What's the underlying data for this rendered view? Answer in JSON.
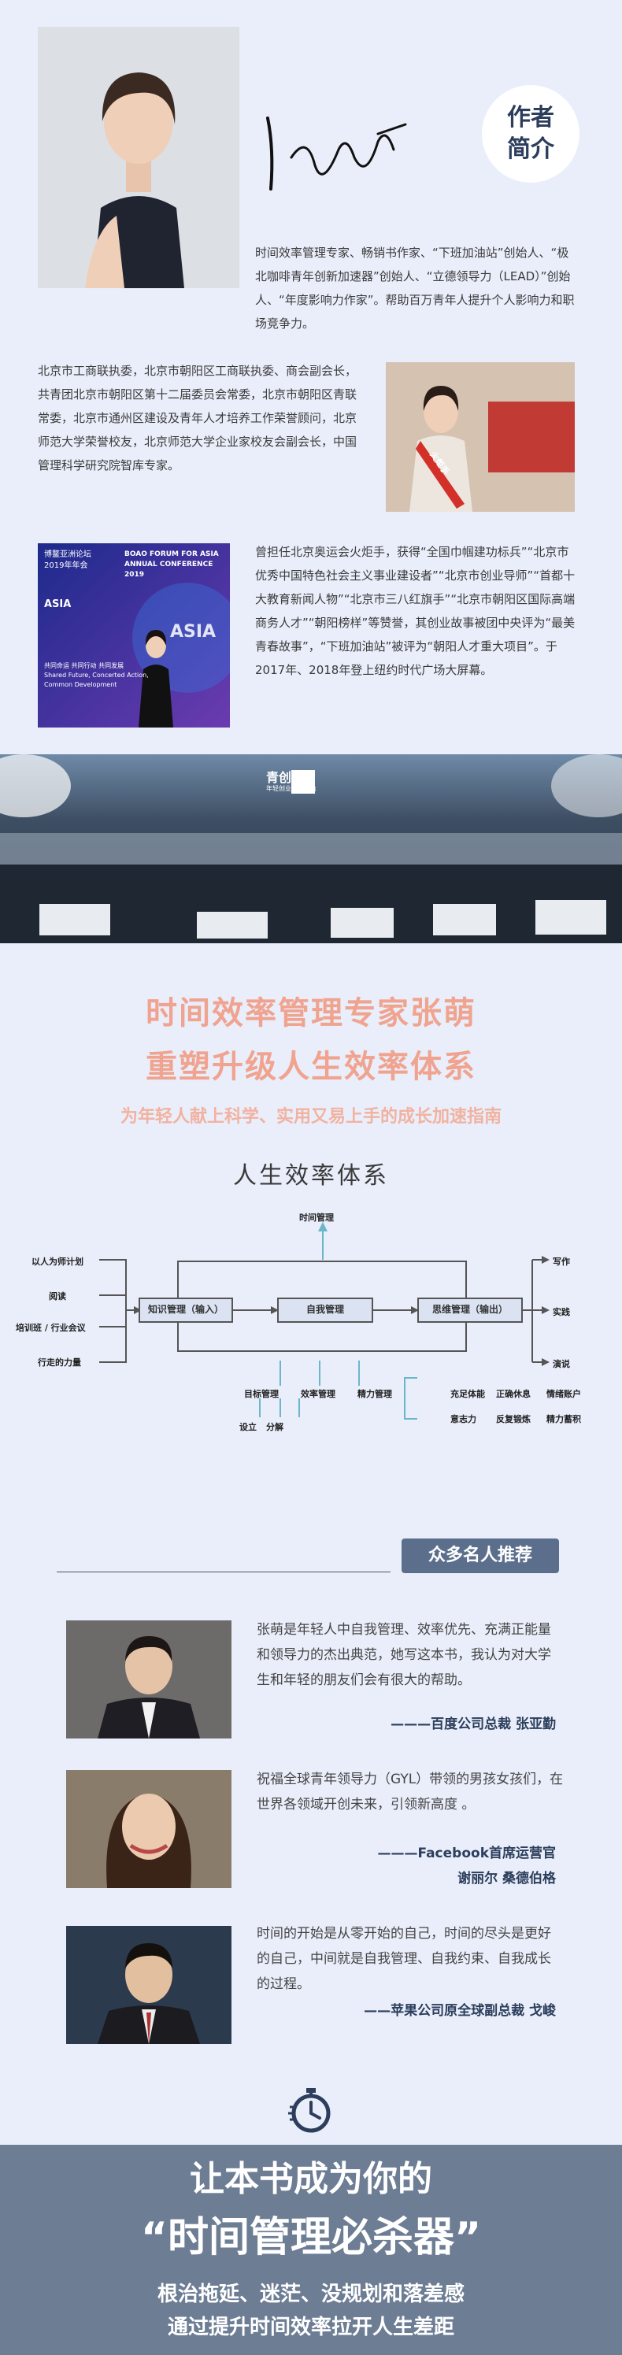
{
  "author": {
    "badge_line1": "作者",
    "badge_line2": "简介",
    "intro_p1": "时间效率管理专家、畅销书作家、“下班加油站”创始人、“极北咖啡青年创新加速器”创始人、“立德领导力（LEAD）”创始人、“年度影响力作家”。帮助百万青年人提升个人影响力和职场竞争力。",
    "intro_p2": "北京市工商联执委，北京市朝阳区工商联执委、商会副会长，共青团北京市朝阳区第十二届委员会常委，北京市朝阳区青联常委，北京市通州区建设及青年人才培养工作荣誉顾问，北京师范大学荣誉校友，北京师范大学企业家校友会副会长，中国管理科学研究院智库专家。",
    "intro_p3": "曾担任北京奥运会火炬手，获得“全国巾帼建功标兵”“北京市优秀中国特色社会主义事业建设者”“北京市创业导师”“首都十大教育新闻人物”“北京市三八红旗手”“北京市朝阳区国际高端商务人才”“朝阳榜样”等赞誉，其创业故事被团中央评为“最美青春故事”，“下班加油站”被评为“朝阳人才重大项目”。于2017年、2018年登上纽约时代广场大屏幕。",
    "sash_text": "火炬手",
    "forum": {
      "cn_line1": "博鳌亚洲论坛",
      "cn_line2": "2019年年会",
      "en_line1": "BOAO FORUM FOR ASIA",
      "en_line2": "ANNUAL CONFERENCE",
      "year": "2019",
      "asia": "ASIA",
      "slogan1": "Shared Future, Concerted Action,",
      "slogan2": "Common Development",
      "cn_slogan": "共同命运 共同行动 共同发展"
    },
    "crowd_logo": "青创营",
    "crowd_logo_sub": "年轻创业生态平台"
  },
  "headline": {
    "line1": "时间效率管理专家张萌",
    "line2": "重塑升级人生效率体系",
    "subtitle": "为年轻人献上科学、实用又易上手的成长加速指南"
  },
  "diagram": {
    "title": "人生效率体系",
    "top": "时间管理",
    "inputs": [
      "以人为师计划",
      "阅读",
      "培训班 / 行业会议",
      "行走的力量"
    ],
    "box_left": "知识管理（输入）",
    "box_mid": "自我管理",
    "box_right": "思维管理（输出）",
    "outputs": [
      "写作",
      "实践",
      "演说"
    ],
    "sub_labels": [
      "目标管理",
      "效率管理",
      "精力管理"
    ],
    "goal_subs": [
      "设立",
      "分解"
    ],
    "energy_items_row1": [
      "充足体能",
      "正确休息",
      "情绪账户"
    ],
    "energy_items_row2": [
      "意志力",
      "反复锻炼",
      "精力蓄积"
    ]
  },
  "recommend": {
    "title": "众多名人推荐",
    "items": [
      {
        "text": "张萌是年轻人中自我管理、效率优先、充满正能量和领导力的杰出典范，她写这本书，我认为对大学生和年轻的朋友们会有很大的帮助。",
        "sig1": "———百度公司总裁  张亚勤",
        "sig2": ""
      },
      {
        "text": "祝福全球青年领导力（GYL）带领的男孩女孩们，在世界各领域开创未来，引领新高度 。",
        "sig1": "———Facebook首席运营官",
        "sig2": "谢丽尔  桑德伯格"
      },
      {
        "text": "时间的开始是从零开始的自己，时间的尽头是更好的自己，中间就是自我管理、自我约束、自我成长的过程。",
        "sig1": "——苹果公司原全球副总裁  戈峻",
        "sig2": ""
      }
    ]
  },
  "footer": {
    "line1": "让本书成为你的",
    "line2": "“时间管理必杀器”",
    "line3": "根治拖延、迷茫、没规划和落差感",
    "line4": "通过提升时间效率拉开人生差距"
  },
  "colors": {
    "page_bg": "#e9eefa",
    "navy": "#2c3e5c",
    "accent_red": "#f0a38f",
    "footer_bg": "#6d7d94"
  }
}
